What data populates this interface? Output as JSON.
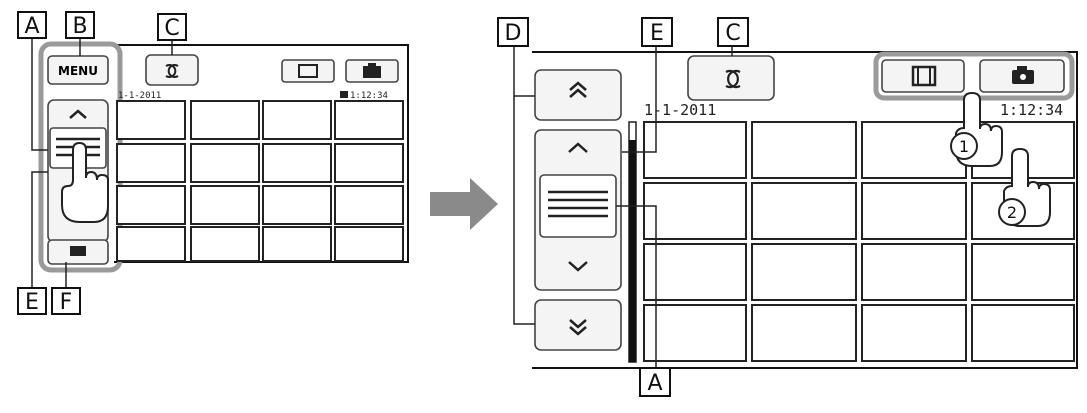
{
  "labels": {
    "a": "A",
    "b": "B",
    "c": "C",
    "d": "D",
    "e": "E",
    "f": "F"
  },
  "small_screen": {
    "menu_label": "MENU",
    "date": "1-1-2011",
    "time": "1:12:34"
  },
  "large_screen": {
    "date": "1-1-2011",
    "time": "1:12:34",
    "step1": "1",
    "step2": "2"
  },
  "icons": {
    "toggle": "rotate-arrows-icon",
    "movie": "film-strip-icon",
    "photo": "camera-icon",
    "page_up": "double-chevron-up-icon",
    "page_down": "double-chevron-down-icon",
    "scroll_up": "chevron-up-icon",
    "scroll_down": "chevron-down-icon",
    "scroll_knob": "three-lines-icon",
    "playback": "playback-icon",
    "finger": "pointing-finger-icon",
    "arrow": "right-arrow-icon"
  },
  "colors": {
    "group_outline": "#9a9a9a",
    "arrow": "#8a8a8a"
  }
}
